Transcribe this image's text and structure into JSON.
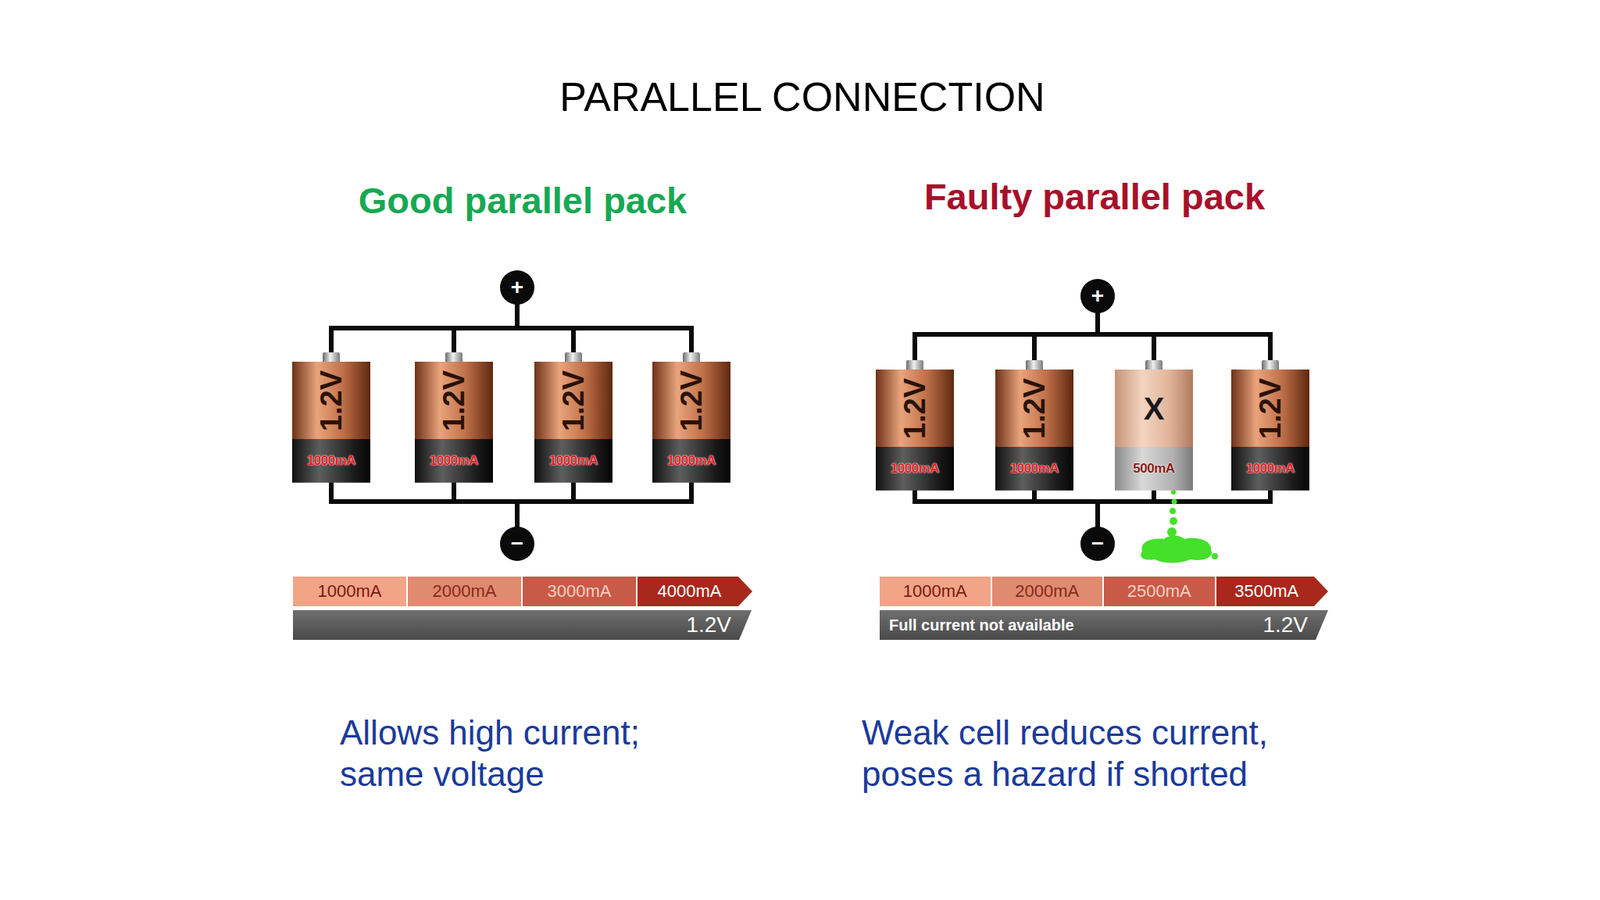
{
  "diagram": {
    "title": "PARALLEL CONNECTION",
    "nodes": [
      {
        "text": [
          "+"
        ]
      },
      {
        "text": [
          "1.2V",
          "1000mA"
        ]
      },
      {
        "text": [
          "1.2V",
          "1000mA"
        ]
      },
      {
        "text": [
          "1.2V",
          "1000mA"
        ]
      },
      {
        "text": [
          "1.2V",
          "1000mA"
        ]
      },
      {
        "text": [
          "−"
        ]
      },
      {
        "text": [
          "1000mA"
        ]
      },
      {
        "text": [
          "2000mA"
        ]
      },
      {
        "text": [
          "3000mA"
        ]
      },
      {
        "text": [
          "4000mA"
        ]
      },
      {
        "text": [
          "1.2V"
        ]
      },
      {
        "text": [
          "+"
        ]
      },
      {
        "text": [
          "1.2V",
          "1000mA"
        ]
      },
      {
        "text": [
          "1.2V",
          "1000mA"
        ]
      },
      {
        "text": [
          "X",
          "500mA"
        ]
      },
      {
        "text": [
          "1.2V",
          "1000mA"
        ]
      },
      {
        "text": [
          "−"
        ]
      },
      {
        "text": [
          "1000mA"
        ]
      },
      {
        "text": [
          "2000mA"
        ]
      },
      {
        "text": [
          "2500mA"
        ]
      },
      {
        "text": [
          "3500mA"
        ]
      },
      {
        "text": [
          "Full current not available",
          "1.2V"
        ]
      }
    ],
    "edges": [
      {
        "from": 0,
        "to": 1,
        "arrow": "none"
      },
      {
        "from": 0,
        "to": 2,
        "arrow": "none"
      },
      {
        "from": 0,
        "to": 3,
        "arrow": "none"
      },
      {
        "from": 0,
        "to": 4,
        "arrow": "none"
      },
      {
        "from": 1,
        "to": 5,
        "arrow": "none"
      },
      {
        "from": 2,
        "to": 5,
        "arrow": "none"
      },
      {
        "from": 3,
        "to": 5,
        "arrow": "none"
      },
      {
        "from": 4,
        "to": 5,
        "arrow": "none"
      },
      {
        "from": 11,
        "to": 12,
        "arrow": "none"
      },
      {
        "from": 11,
        "to": 13,
        "arrow": "none"
      },
      {
        "from": 11,
        "to": 14,
        "arrow": "none"
      },
      {
        "from": 11,
        "to": 15,
        "arrow": "none"
      },
      {
        "from": 12,
        "to": 16,
        "arrow": "none"
      },
      {
        "from": 13,
        "to": 16,
        "arrow": "none"
      },
      {
        "from": 14,
        "to": 16,
        "arrow": "none"
      },
      {
        "from": 15,
        "to": 16,
        "arrow": "none"
      }
    ],
    "labels": [
      "Good parallel pack",
      "Allows high current; same voltage",
      "Faulty parallel pack",
      "Weak cell reduces current, poses a hazard if shorted"
    ]
  }
}
